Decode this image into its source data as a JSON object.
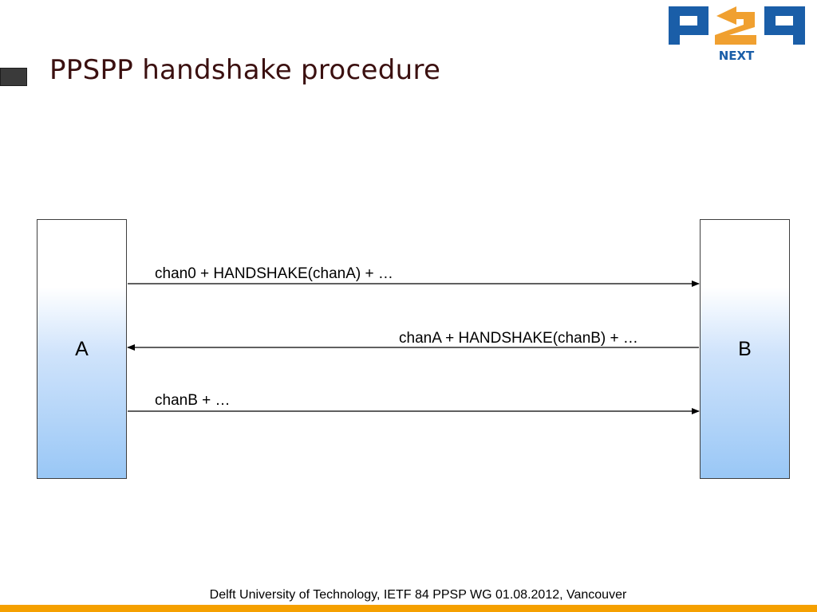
{
  "slide": {
    "title": "PPSPP handshake procedure",
    "logo": {
      "name": "P2P Next",
      "text": "NEXT",
      "colors": {
        "blue": "#1a5ea8",
        "orange": "#f0a030"
      }
    },
    "entities": [
      {
        "id": "A",
        "label": "A"
      },
      {
        "id": "B",
        "label": "B"
      }
    ],
    "messages": [
      {
        "label": "chan0 + HANDSHAKE(chanA) + …",
        "from": "A",
        "to": "B"
      },
      {
        "label": "chanA + HANDSHAKE(chanB) + …",
        "from": "B",
        "to": "A"
      },
      {
        "label": "chanB + …",
        "from": "A",
        "to": "B"
      }
    ],
    "footer": "Delft University of Technology, IETF 84 PPSP WG  01.08.2012, Vancouver",
    "colors": {
      "title": "#3b1010",
      "footer_bar": "#f5a000",
      "entity_fill": "#99c7f6"
    }
  }
}
